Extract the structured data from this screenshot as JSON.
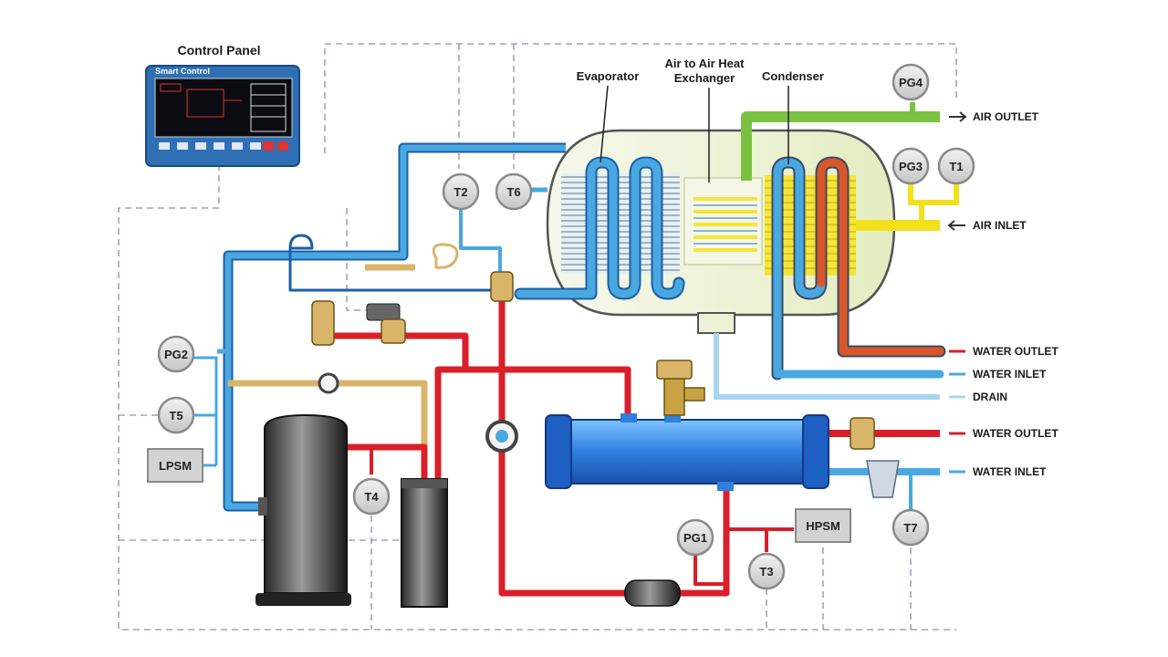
{
  "control_panel": {
    "title": "Control Panel",
    "screen_label": "Smart Control"
  },
  "components": {
    "evaporator": "Evaporator",
    "heat_exchanger_line1": "Air to Air Heat",
    "heat_exchanger_line2": "Exchanger",
    "condenser": "Condenser"
  },
  "gauges": {
    "pg1": "PG1",
    "pg2": "PG2",
    "pg3": "PG3",
    "pg4": "PG4",
    "t1": "T1",
    "t2": "T2",
    "t3": "T3",
    "t4": "T4",
    "t5": "T5",
    "t6": "T6",
    "t7": "T7"
  },
  "switches": {
    "lpsm": "LPSM",
    "hpsm": "HPSM"
  },
  "ports": {
    "air_outlet": "AIR OUTLET",
    "air_inlet": "AIR INLET",
    "water_outlet_top": "WATER OUTLET",
    "water_inlet_top": "WATER INLET",
    "drain": "DRAIN",
    "water_outlet_bottom": "WATER OUTLET",
    "water_inlet_bottom": "WATER INLET"
  },
  "colors": {
    "refrigerant_cold": "#4aa8e0",
    "refrigerant_hot": "#d81f2a",
    "suction_line": "#d9b56a",
    "air_out": "#7cc242",
    "air_in": "#f2e11a",
    "control_wiring": "#8b8fb3",
    "panel_blue": "#2f6fb5"
  }
}
